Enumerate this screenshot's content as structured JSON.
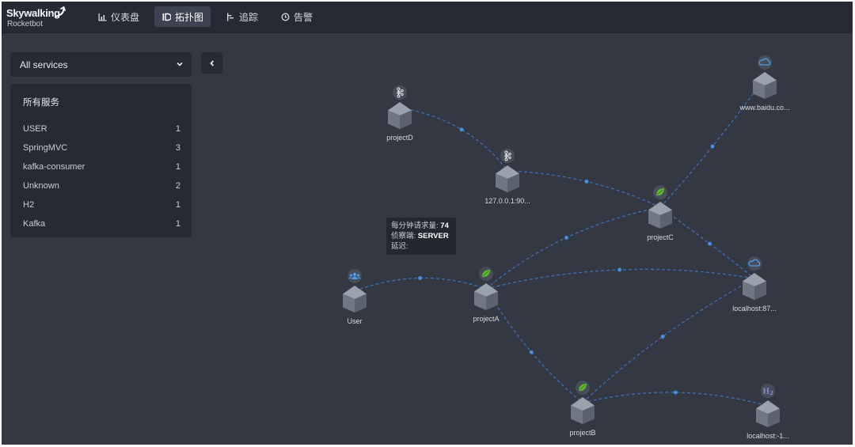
{
  "brand": {
    "name": "Skywalking",
    "sub": "Rocketbot"
  },
  "nav": [
    {
      "label": "仪表盘",
      "icon": "bar-chart-icon",
      "active": false
    },
    {
      "label": "拓扑图",
      "icon": "topology-icon",
      "active": true
    },
    {
      "label": "追踪",
      "icon": "trace-icon",
      "active": false
    },
    {
      "label": "告警",
      "icon": "alarm-clock-icon",
      "active": false
    }
  ],
  "selector": {
    "value": "All services"
  },
  "services_panel": {
    "title": "所有服务",
    "items": [
      {
        "name": "USER",
        "count": "1"
      },
      {
        "name": "SpringMVC",
        "count": "3"
      },
      {
        "name": "kafka-consumer",
        "count": "1"
      },
      {
        "name": "Unknown",
        "count": "2"
      },
      {
        "name": "H2",
        "count": "1"
      },
      {
        "name": "Kafka",
        "count": "1"
      }
    ]
  },
  "nodes": [
    {
      "id": "projectD",
      "label": "projectD",
      "icon": "kafka-icon"
    },
    {
      "id": "kafka",
      "label": "127.0.0.1:90...",
      "icon": "kafka-icon"
    },
    {
      "id": "baidu",
      "label": "www.baidu.co...",
      "icon": "cloud-icon"
    },
    {
      "id": "projectC",
      "label": "projectC",
      "icon": "spring-leaf-icon"
    },
    {
      "id": "localhost87",
      "label": "localhost:87...",
      "icon": "cloud-icon"
    },
    {
      "id": "user",
      "label": "User",
      "icon": "users-icon"
    },
    {
      "id": "projectA",
      "label": "projectA",
      "icon": "spring-leaf-icon"
    },
    {
      "id": "projectB",
      "label": "projectB",
      "icon": "spring-leaf-icon"
    },
    {
      "id": "h2",
      "label": "localhost:-1...",
      "icon": "h2-database-icon"
    }
  ],
  "tooltip": {
    "cpm_label": "每分钟请求量:",
    "cpm_value": "74",
    "detect_label": "侦察端:",
    "detect_value": "SERVER",
    "latency_label": "延迟:"
  },
  "colors": {
    "background": "#333843",
    "topbar": "#252a33",
    "edge": "#3f7fd1",
    "spring": "#5fb832",
    "cloud": "#4f9be8"
  }
}
